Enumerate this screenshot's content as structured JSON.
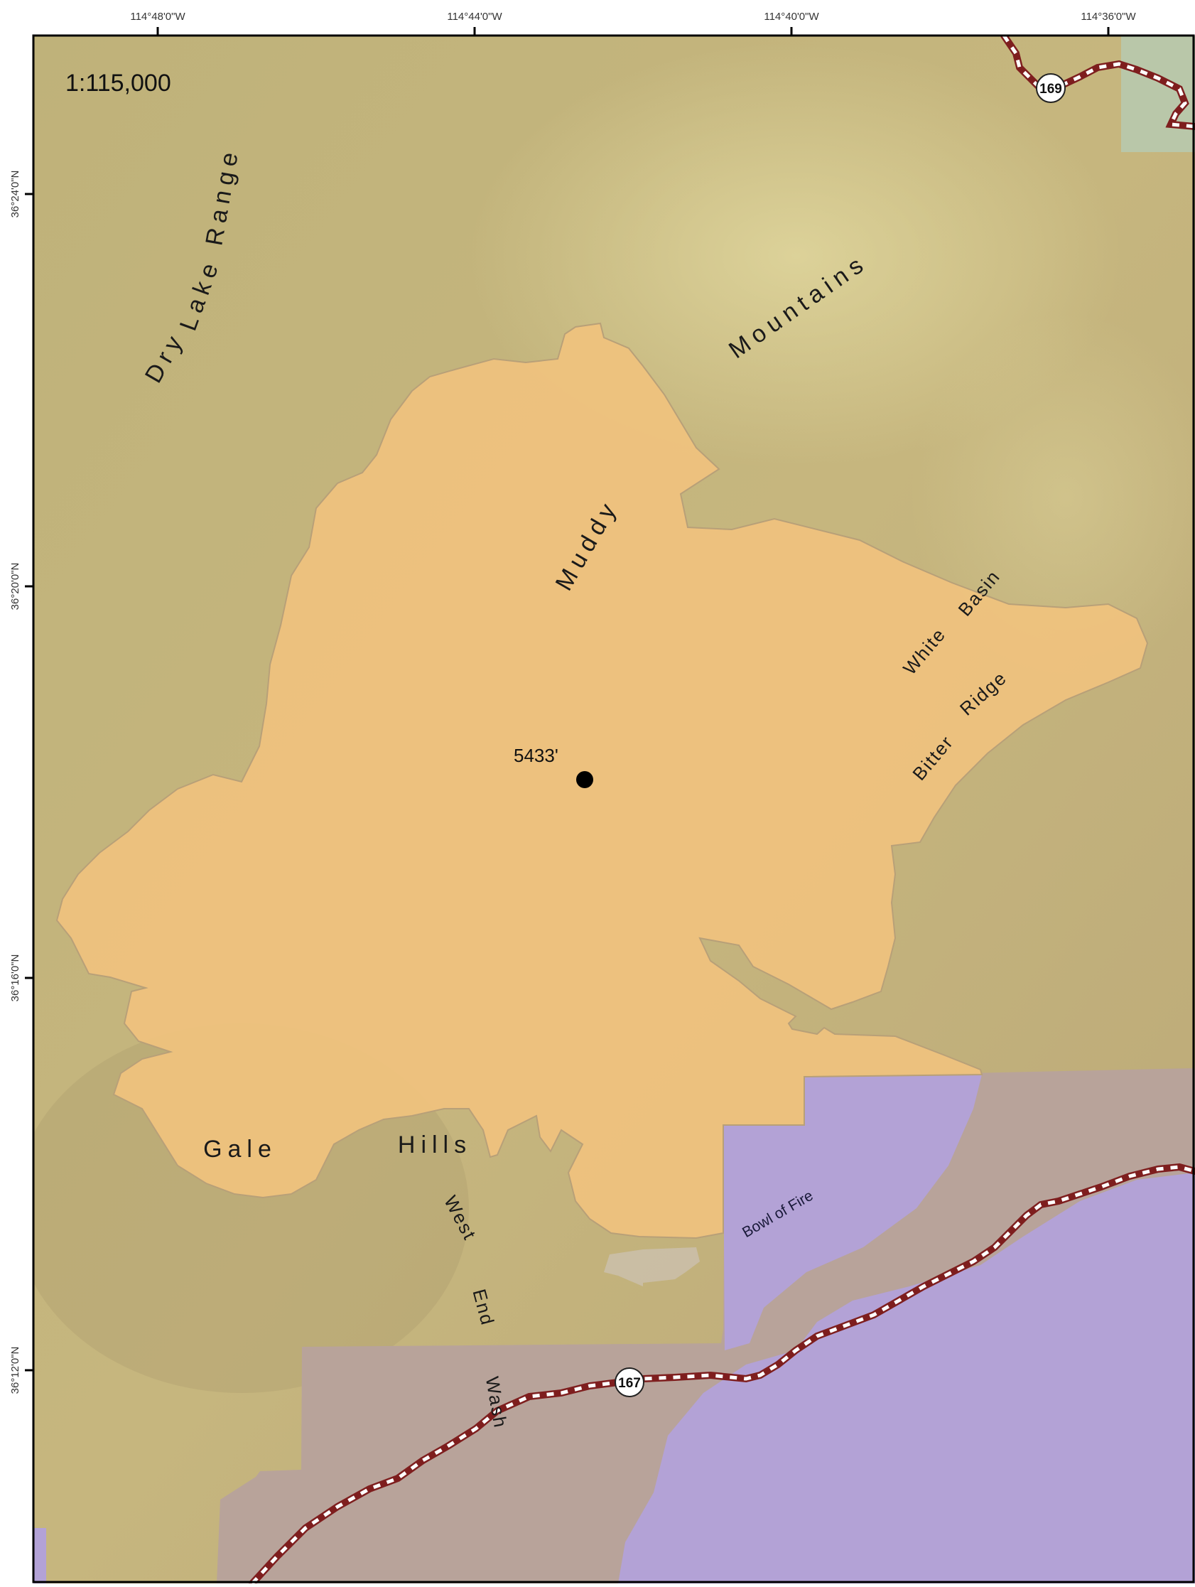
{
  "map": {
    "scale_label": "1:115,000",
    "graticule": {
      "longitudes": [
        "114°48'0\"W",
        "114°44'0\"W",
        "114°40'0\"W",
        "114°36'0\"W"
      ],
      "latitudes": [
        "36°24'0\"N",
        "36°20'0\"N",
        "36°16'0\"N",
        "36°12'0\"N"
      ]
    },
    "labels": {
      "dry": "Dry",
      "lake": "Lake",
      "range": "Range",
      "mountains": "Mountains",
      "muddy": "Muddy",
      "white": "White",
      "basin": "Basin",
      "bitter": "Bitter",
      "ridge": "Ridge",
      "gale": "Gale",
      "hills": "Hills",
      "west": "West",
      "end": "End",
      "wash": "Wash",
      "bowl_of_fire": "Bowl of Fire"
    },
    "peak_elevation": "5433'",
    "routes": [
      "169",
      "167"
    ],
    "colors": {
      "terrain": "#c4b47c",
      "wilderness_area": "#f0c27e",
      "purple_land": "#b3a2d6",
      "mauve_land": "#b8a39a",
      "green_land": "#b7c9ae",
      "road": "#c02a2a"
    }
  }
}
